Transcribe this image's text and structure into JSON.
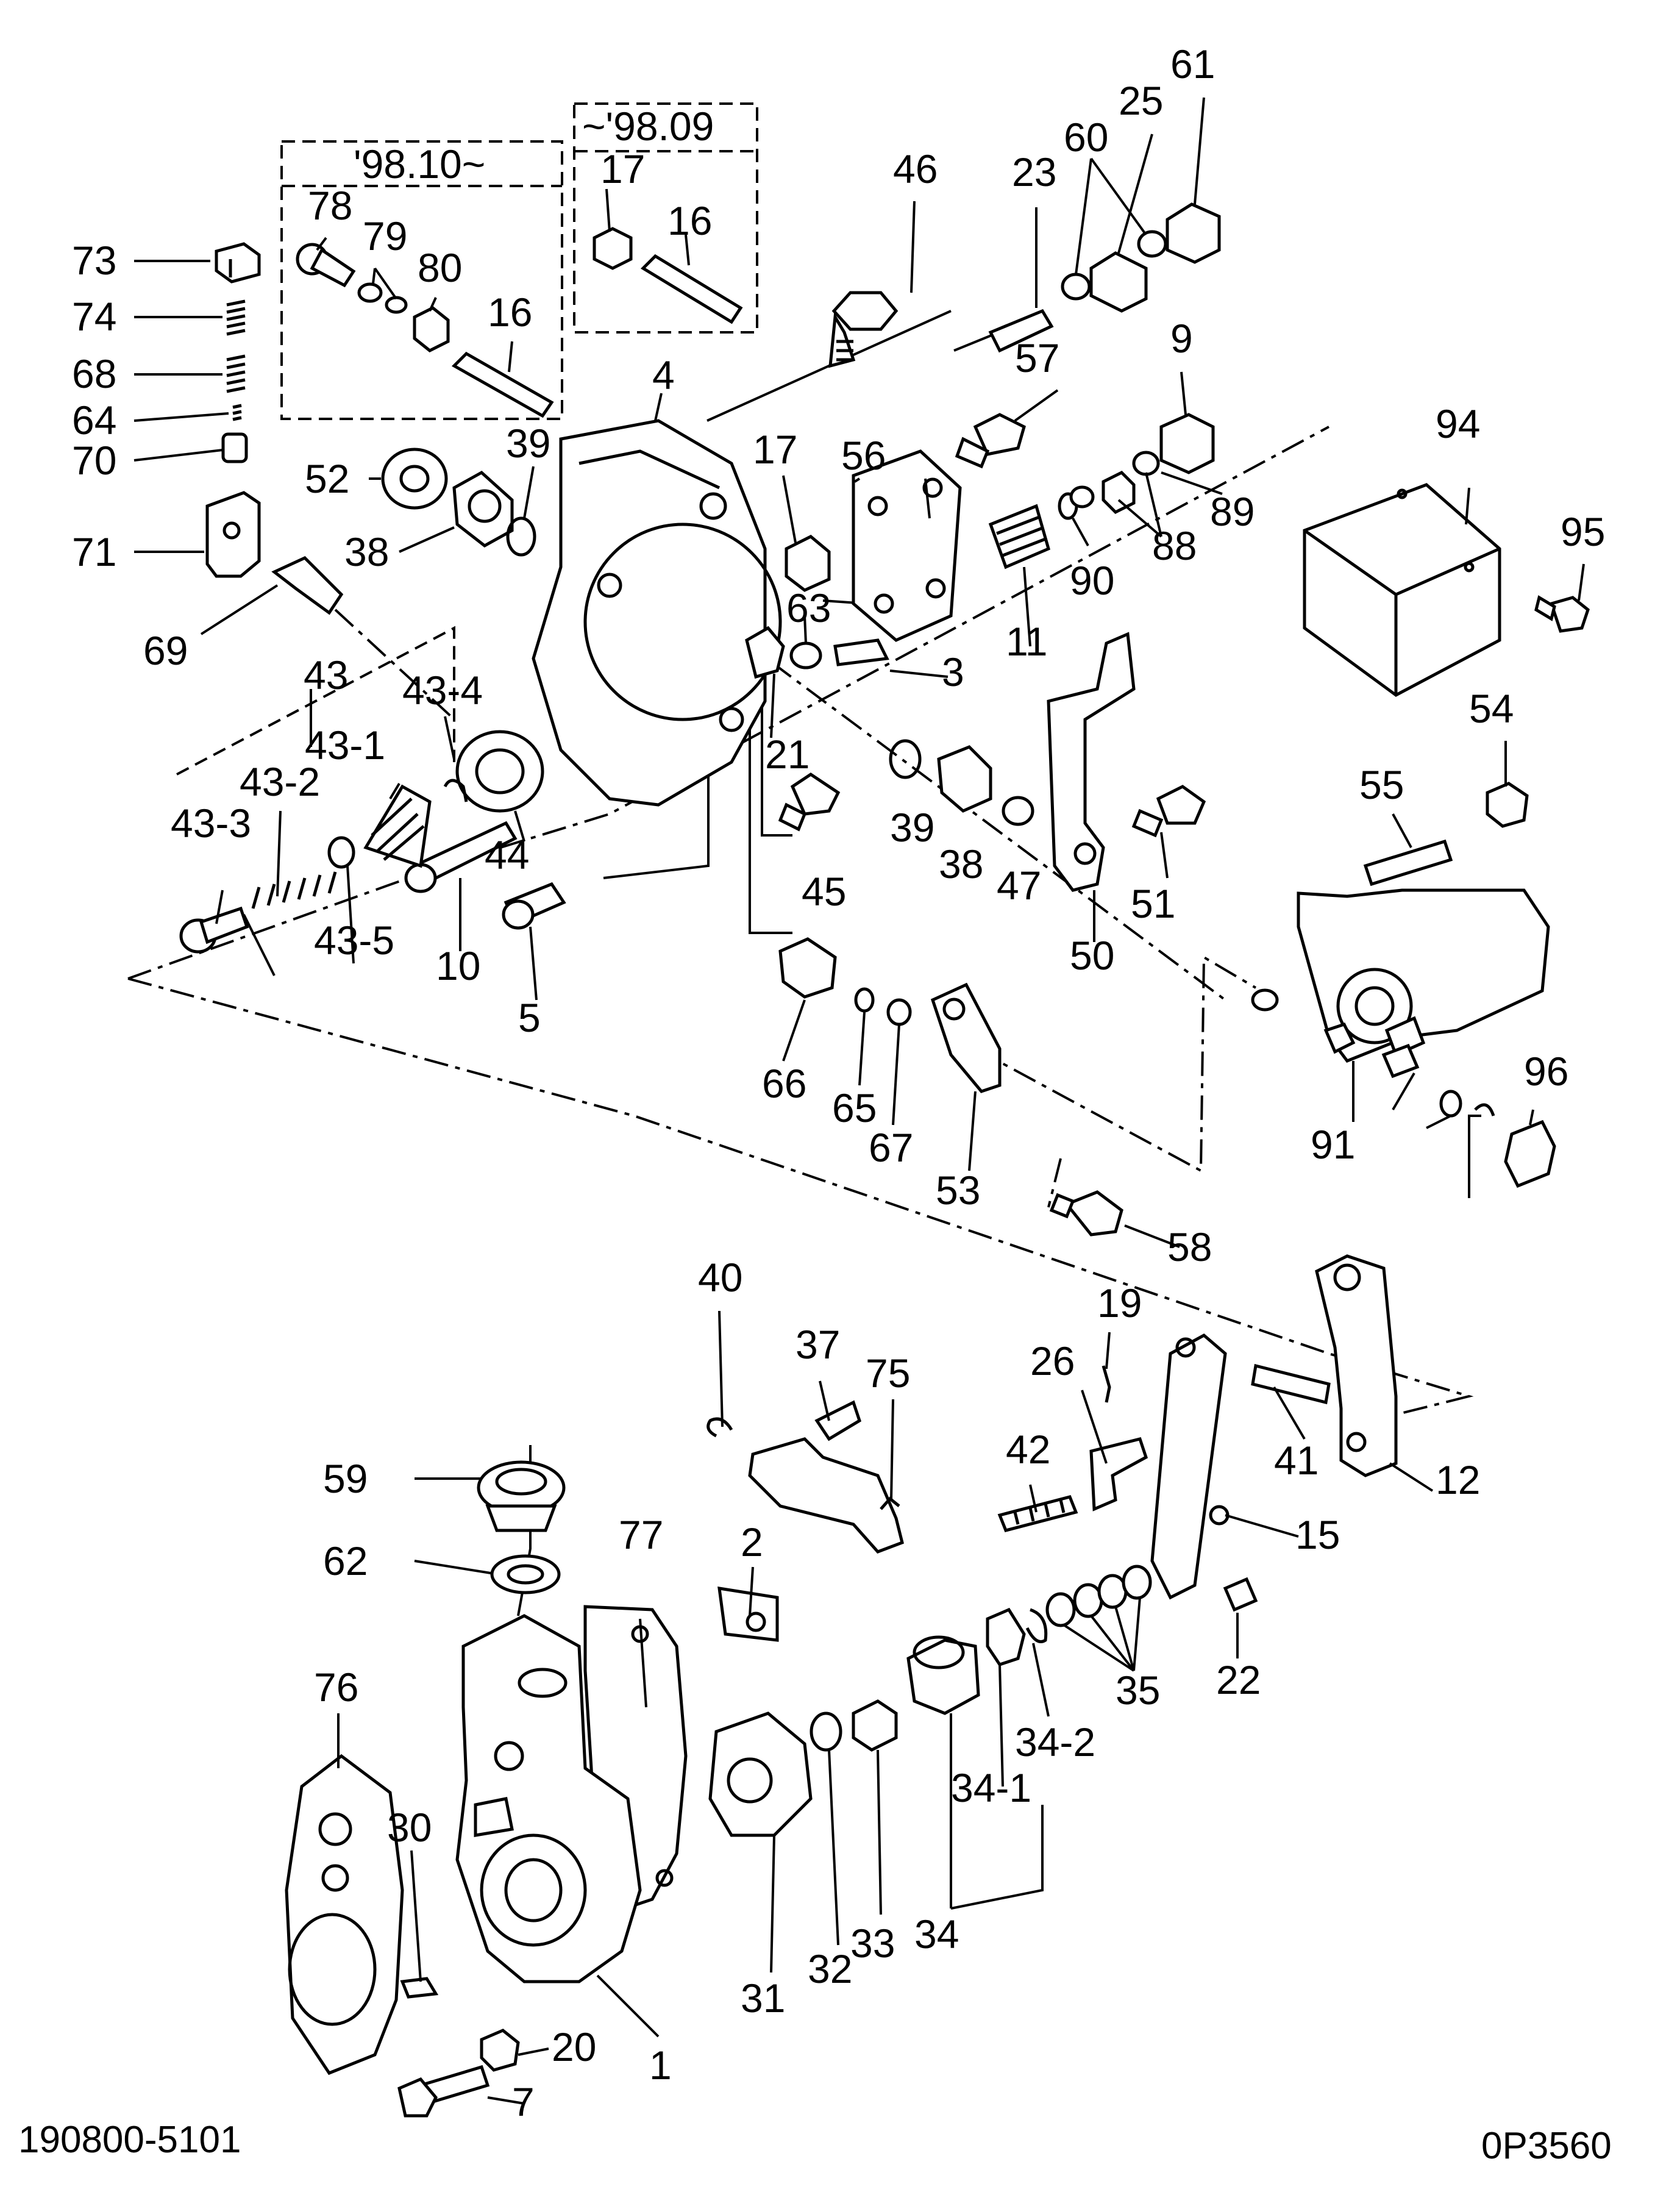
{
  "doc": {
    "figure_number": "190800-5101",
    "drawing_code": "0P3560"
  },
  "groups": {
    "new_version": "'98.10~",
    "old_version": "~'98.09"
  },
  "callouts": {
    "c1": "1",
    "c2": "2",
    "c3": "3",
    "c4": "4",
    "c5": "5",
    "c7": "7",
    "c9": "9",
    "c10": "10",
    "c11": "11",
    "c12": "12",
    "c15": "15",
    "c16a": "16",
    "c16b": "16",
    "c17a": "17",
    "c17b": "17",
    "c19": "19",
    "c20": "20",
    "c21": "21",
    "c22": "22",
    "c23": "23",
    "c25": "25",
    "c26": "26",
    "c30": "30",
    "c31": "31",
    "c32": "32",
    "c33": "33",
    "c34": "34",
    "c34_1": "34-1",
    "c34_2": "34-2",
    "c35": "35",
    "c37": "37",
    "c38a": "38",
    "c38b": "38",
    "c39a": "39",
    "c39b": "39",
    "c40": "40",
    "c41": "41",
    "c42": "42",
    "c43": "43",
    "c43_1": "43-1",
    "c43_2": "43-2",
    "c43_3": "43-3",
    "c43_4": "43-4",
    "c43_5": "43-5",
    "c44": "44",
    "c45": "45",
    "c46": "46",
    "c47": "47",
    "c50": "50",
    "c51": "51",
    "c52": "52",
    "c53": "53",
    "c54": "54",
    "c55": "55",
    "c56": "56",
    "c57": "57",
    "c58": "58",
    "c59": "59",
    "c60": "60",
    "c61": "61",
    "c62": "62",
    "c63": "63",
    "c64": "64",
    "c65": "65",
    "c66": "66",
    "c67": "67",
    "c68": "68",
    "c69": "69",
    "c70": "70",
    "c71": "71",
    "c73": "73",
    "c74": "74",
    "c75": "75",
    "c76": "76",
    "c77": "77",
    "c78": "78",
    "c79": "79",
    "c80": "80",
    "c88": "88",
    "c89": "89",
    "c90": "90",
    "c91": "91",
    "c94": "94",
    "c95": "95",
    "c96": "96"
  }
}
